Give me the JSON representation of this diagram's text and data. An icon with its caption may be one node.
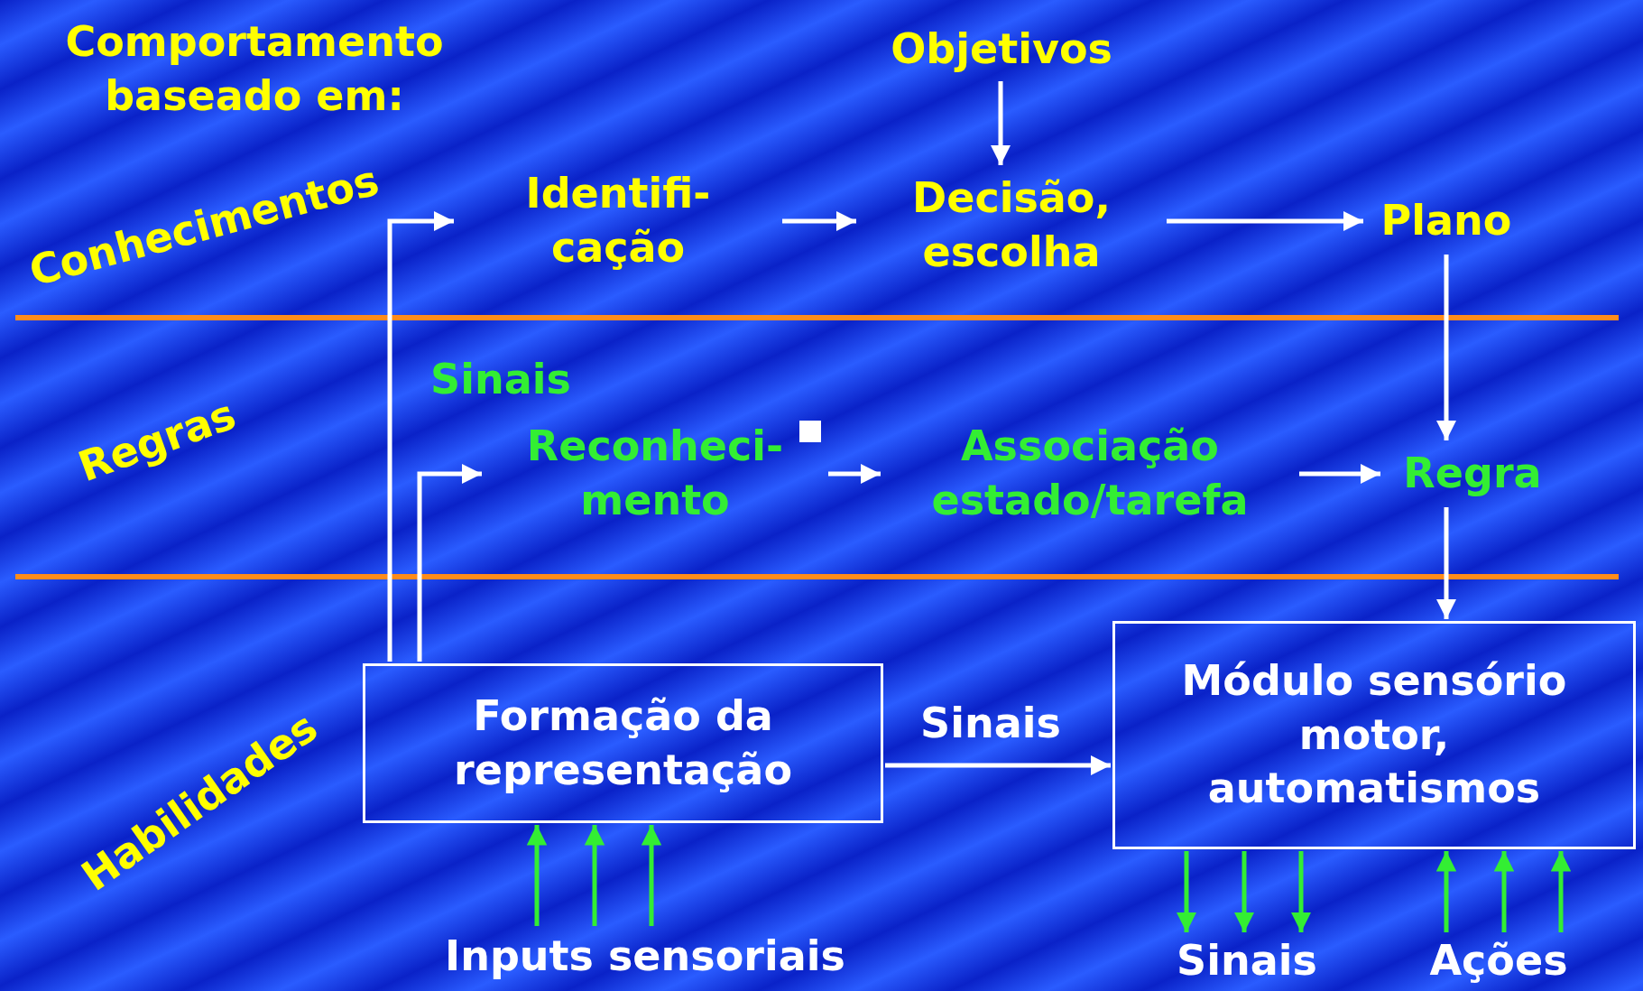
{
  "diagram": {
    "title": "Comportamento baseado em:",
    "nodes": [
      {
        "text": [
          "Objetivos"
        ]
      },
      {
        "text": [
          "Identifi- cação"
        ]
      },
      {
        "text": [
          "Decisão, escolha"
        ]
      },
      {
        "text": [
          "Plano"
        ]
      },
      {
        "text": [
          "Reconheci- mento"
        ]
      },
      {
        "text": [
          "Associação estado/tarefa"
        ]
      },
      {
        "text": [
          "Regra"
        ]
      },
      {
        "text": [
          "Formação da representação"
        ]
      },
      {
        "text": [
          "Módulo sensório motor, automatismos"
        ]
      },
      {
        "text": [
          "Inputs sensoriais"
        ]
      },
      {
        "text": [
          "Sinais"
        ]
      },
      {
        "text": [
          "Ações"
        ]
      }
    ],
    "edges": [
      {
        "from": 0,
        "to": 2,
        "arrow": "to"
      },
      {
        "from": 1,
        "to": 2,
        "arrow": "to"
      },
      {
        "from": 2,
        "to": 3,
        "arrow": "to"
      },
      {
        "from": 3,
        "to": 6,
        "arrow": "to"
      },
      {
        "from": 4,
        "to": 5,
        "arrow": "to"
      },
      {
        "from": 5,
        "to": 6,
        "arrow": "to"
      },
      {
        "from": 6,
        "to": 8,
        "arrow": "to"
      },
      {
        "from": 7,
        "to": 8,
        "arrow": "to",
        "label": "Sinais"
      },
      {
        "from": 7,
        "to": 1,
        "arrow": "to"
      },
      {
        "from": 7,
        "to": 4,
        "arrow": "to"
      },
      {
        "from": 9,
        "to": 7,
        "arrow": "to",
        "color": "#33ee33"
      },
      {
        "from": 9,
        "to": 7,
        "arrow": "to",
        "color": "#33ee33"
      },
      {
        "from": 9,
        "to": 7,
        "arrow": "to",
        "color": "#33ee33"
      },
      {
        "from": 8,
        "to": 10,
        "arrow": "to",
        "color": "#33ee33"
      },
      {
        "from": 8,
        "to": 10,
        "arrow": "to",
        "color": "#33ee33"
      },
      {
        "from": 8,
        "to": 10,
        "arrow": "to",
        "color": "#33ee33"
      },
      {
        "from": 11,
        "to": 8,
        "arrow": "to",
        "color": "#33ee33"
      },
      {
        "from": 11,
        "to": 8,
        "arrow": "to",
        "color": "#33ee33"
      },
      {
        "from": 11,
        "to": 8,
        "arrow": "to",
        "color": "#33ee33"
      }
    ],
    "labels": [
      "Conhecimentos",
      "Sinais",
      "Regras",
      "Habilidades"
    ]
  }
}
